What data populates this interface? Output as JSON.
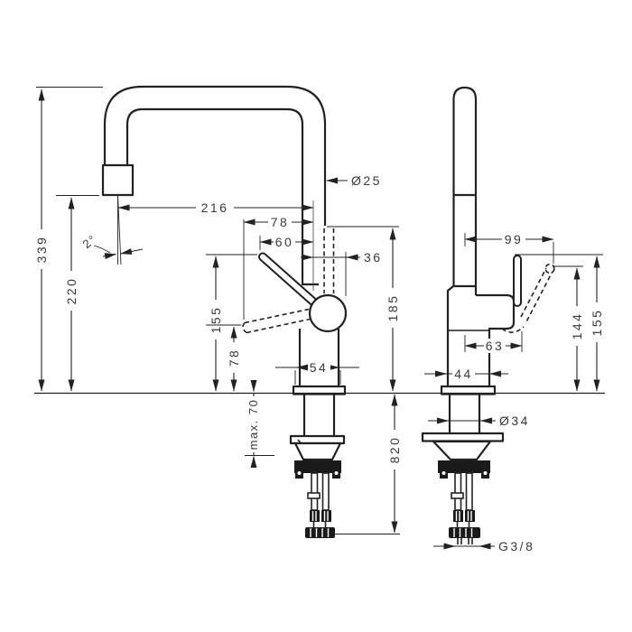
{
  "colors": {
    "line": "#222222",
    "text": "#3a3a3a",
    "background": "#ffffff"
  },
  "front_view": {
    "dims": {
      "total_height": "339",
      "spout_height": "220",
      "spout_reach": "216",
      "spray_angle": "2°",
      "spout_diameter": "Ø25",
      "lever_down_offset": "78",
      "lever_up_offset": "60",
      "cartridge_offset": "36",
      "body_height": "185",
      "lever_up_height": "155",
      "lever_down_height": "78",
      "base_width": "54",
      "max_counter_thickness": "max. 70",
      "hose_length": "820"
    }
  },
  "side_view": {
    "dims": {
      "lever_reach": "99",
      "lever_offset": "63",
      "body_width": "44",
      "shank_diameter": "Ø34",
      "lever_down_height": "144",
      "lever_up_height": "155",
      "connection_thread": "G3/8"
    }
  }
}
